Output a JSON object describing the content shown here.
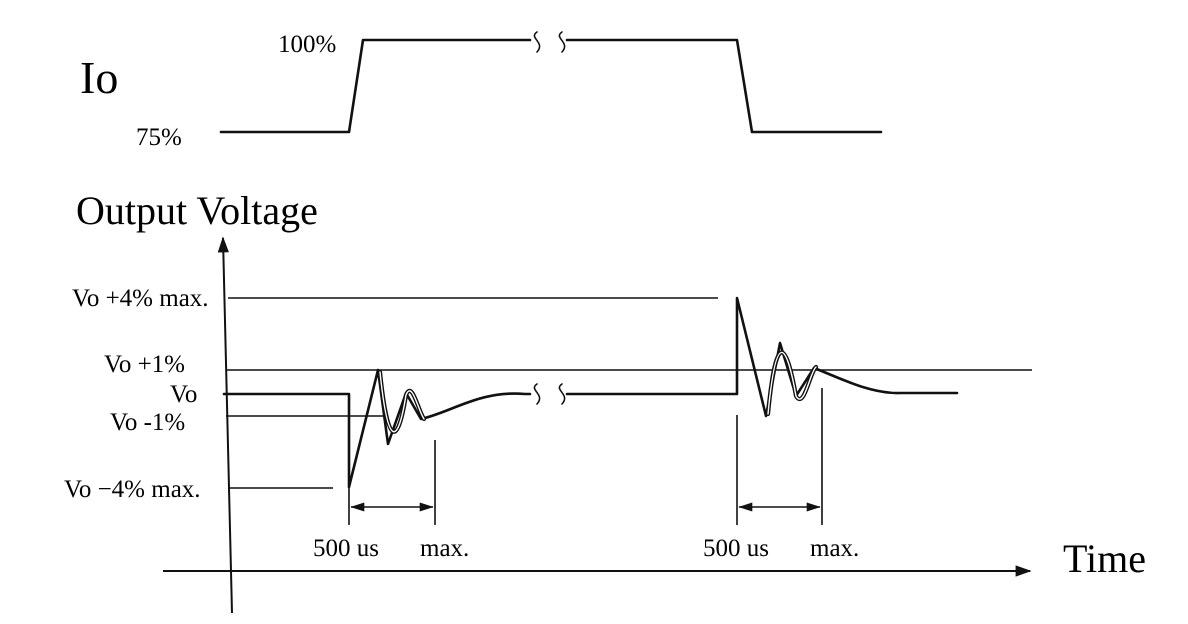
{
  "current": {
    "symbol": "Io",
    "level_high": "100%",
    "level_low": "75%"
  },
  "voltage": {
    "axis_title": "Output Voltage",
    "levels": {
      "plus4": "Vo +4% max.",
      "plus1": "Vo +1%",
      "nominal": "Vo",
      "minus1": "Vo -1%",
      "minus4": "Vo −4% max."
    }
  },
  "time_axis": {
    "label": "Time"
  },
  "settling": {
    "step_up": {
      "value": "500 us",
      "suffix": "max."
    },
    "step_down": {
      "value": "500 us",
      "suffix": "max."
    }
  }
}
